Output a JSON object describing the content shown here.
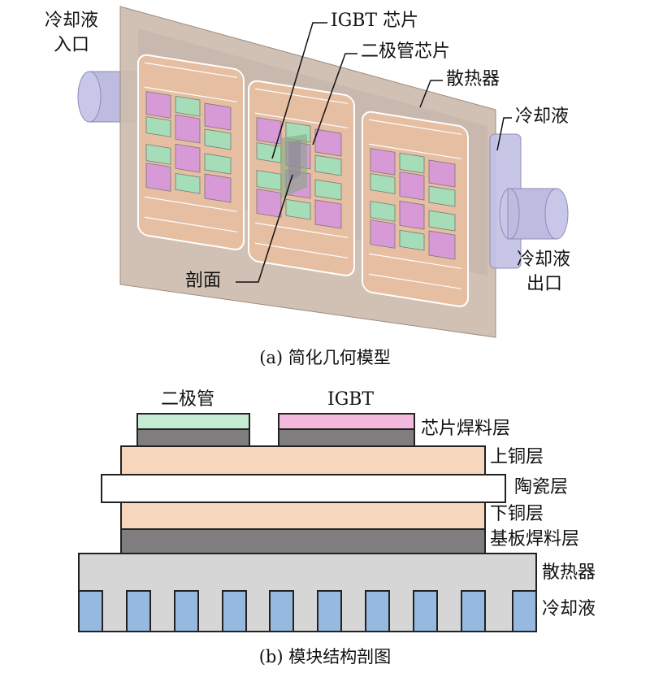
{
  "figure_a": {
    "caption": "(a) 简化几何模型",
    "labels": {
      "inlet_line1": "冷却液",
      "inlet_line2": "入口",
      "igbt_chip": "IGBT 芯片",
      "diode_chip": "二极管芯片",
      "heatsink": "散热器",
      "coolant": "冷却液",
      "outlet_line1": "冷却液",
      "outlet_line2": "出口",
      "section": "剖面"
    },
    "colors": {
      "igbt": "#d79ad6",
      "diode": "#a5ddb8",
      "copper": "#e6bea2",
      "plate": "#cbb9aa",
      "pipe": "#b9b7dc"
    }
  },
  "figure_b": {
    "caption": "(b) 模块结构剖图",
    "top_labels": {
      "diode": "二极管",
      "igbt": "IGBT"
    },
    "layers": [
      "芯片焊料层",
      "上铜层",
      "陶瓷层",
      "下铜层",
      "基板焊料层",
      "散热器",
      "冷却液"
    ],
    "colors": {
      "diode": "#c6ebd3",
      "igbt": "#f4b8dd",
      "solder": "#7f7d7e",
      "copper": "#f6d7be",
      "ceramic": "#ffffff",
      "heatsink": "#d6d6d6",
      "coolant": "#96b9df"
    }
  }
}
